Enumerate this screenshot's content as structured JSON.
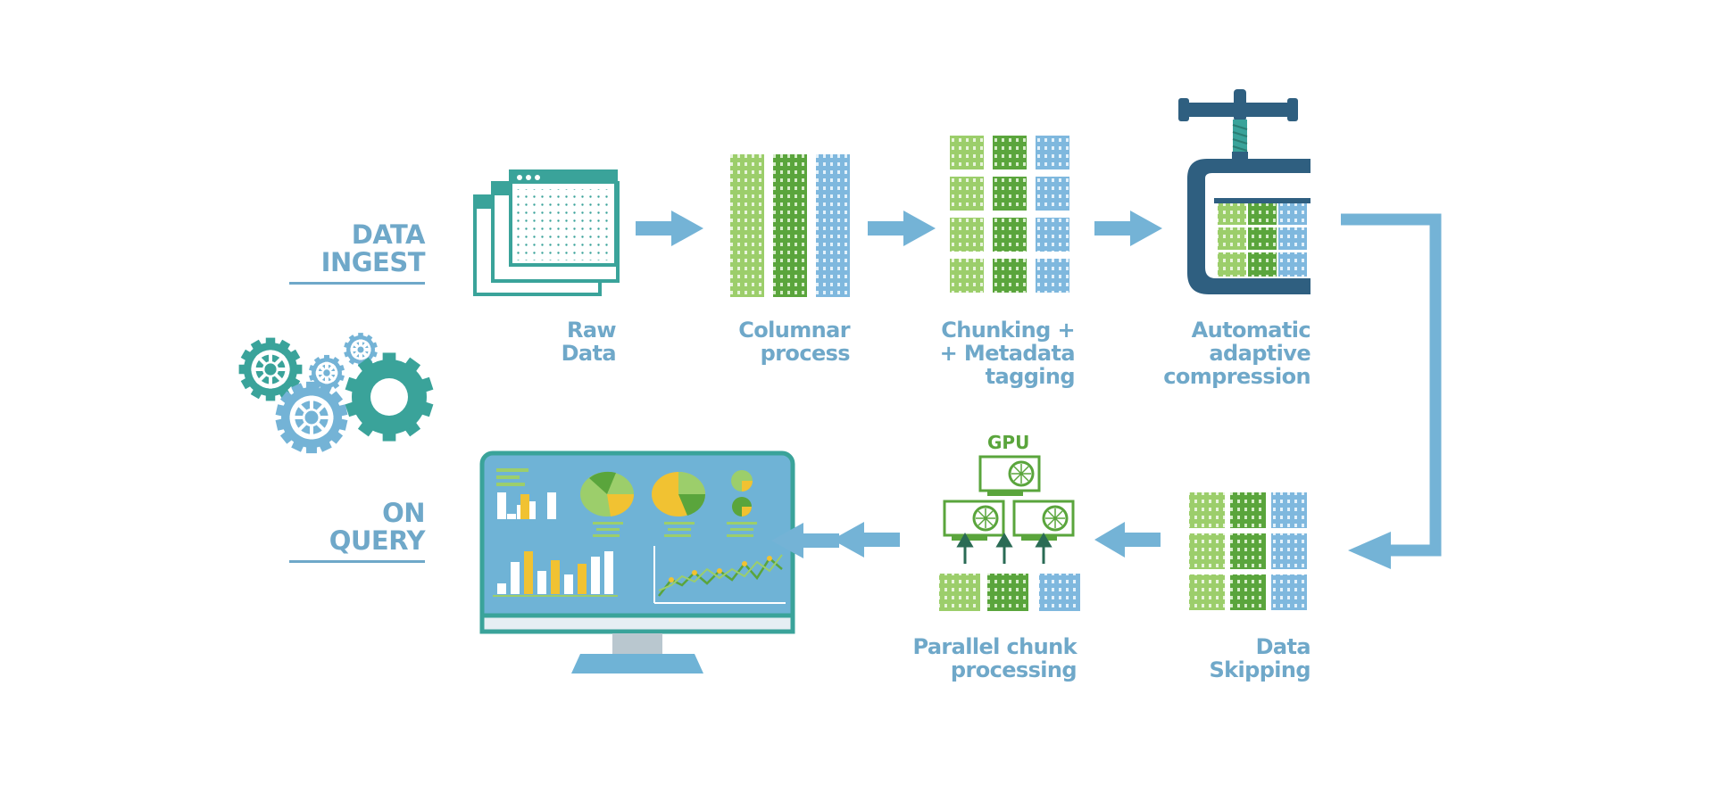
{
  "sections": {
    "ingest": [
      "DATA",
      "INGEST"
    ],
    "query": [
      "ON",
      "QUERY"
    ]
  },
  "steps": {
    "raw_data": [
      "Raw",
      "Data"
    ],
    "columnar": [
      "Columnar",
      "process"
    ],
    "chunking": [
      "Chunking +",
      "+ Metadata",
      "tagging"
    ],
    "compression": [
      "Automatic",
      "adaptive",
      "compression"
    ],
    "skipping": [
      "Data",
      "Skipping"
    ],
    "parallel": [
      "Parallel chunk",
      "processing"
    ]
  },
  "gpu_label": "GPU",
  "colors": {
    "label": "#6fa8c9",
    "teal": "#3aa39a",
    "arrow": "#74b3d6",
    "light_green": "#9cce6b",
    "dark_green": "#5aa53c",
    "blue": "#7fb8de",
    "clamp": "#2f5f80",
    "screen": "#6fb3d6",
    "yellow": "#f1c232"
  },
  "icons": [
    "gears-icon",
    "spreadsheet-icon",
    "clamp-icon",
    "gpu-icon",
    "monitor-icon",
    "arrow-icon"
  ]
}
